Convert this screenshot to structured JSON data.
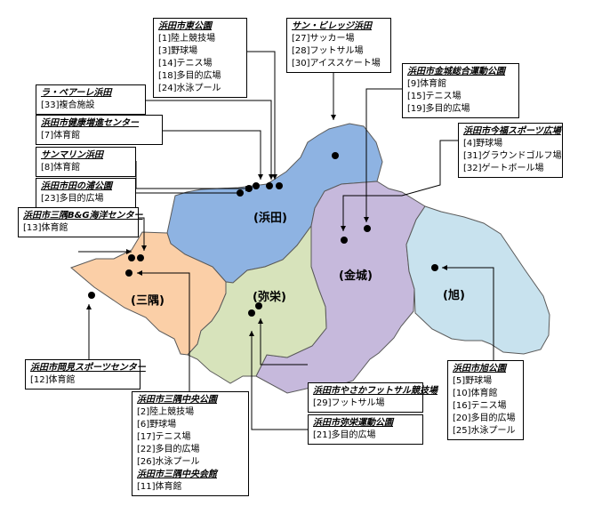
{
  "regions": [
    {
      "label": "(浜田)",
      "color": "#8eb3e2"
    },
    {
      "label": "(金城)",
      "color": "#c6b9dc"
    },
    {
      "label": "(旭)",
      "color": "#c8e2ee"
    },
    {
      "label": "(三隅)",
      "color": "#fbcfa7"
    },
    {
      "label": "(弥栄)",
      "color": "#d7e3bb"
    }
  ],
  "facilities": [
    {
      "title": "浜田市東公園",
      "items": [
        "[1]陸上競技場",
        "[3]野球場",
        "[14]テニス場",
        "[18]多目的広場",
        "[24]水泳プール"
      ]
    },
    {
      "title": "サン・ビレッジ浜田",
      "items": [
        "[27]サッカー場",
        "[28]フットサル場",
        "[30]アイススケート場"
      ]
    },
    {
      "title": "浜田市金城総合運動公園",
      "items": [
        "[9]体育館",
        "[15]テニス場",
        "[19]多目的広場"
      ]
    },
    {
      "title": "ラ・ペアーレ浜田",
      "items": [
        "[33]複合施設"
      ]
    },
    {
      "title": "浜田市健康増進センター",
      "items": [
        "[7]体育館"
      ]
    },
    {
      "title": "浜田市今福スポーツ広場",
      "items": [
        "[4]野球場",
        "[31]グラウンドゴルフ場",
        "[32]ゲートボール場"
      ]
    },
    {
      "title": "サンマリン浜田",
      "items": [
        "[8]体育館"
      ]
    },
    {
      "title": "浜田市田の浦公園",
      "items": [
        "[23]多目的広場"
      ]
    },
    {
      "title": "浜田市三隅B&G海洋センター",
      "items": [
        "[13]体育館"
      ]
    },
    {
      "title": "浜田市岡見スポーツセンター",
      "items": [
        "[12]体育館"
      ]
    },
    {
      "title": "浜田市三隅中央公園",
      "items": [
        "[2]陸上競技場",
        "[6]野球場",
        "[17]テニス場",
        "[22]多目的広場",
        "[26]水泳プール"
      ]
    },
    {
      "title": "浜田市三隅中央会館",
      "items": [
        "[11]体育館"
      ]
    },
    {
      "title": "浜田市やさかフットサル競技場",
      "items": [
        "[29]フットサル場"
      ]
    },
    {
      "title": "浜田市弥栄運動公園",
      "items": [
        "[21]多目的広場"
      ]
    },
    {
      "title": "浜田市旭公園",
      "items": [
        "[5]野球場",
        "[10]体育館",
        "[16]テニス場",
        "[20]多目的広場",
        "[25]水泳プール"
      ]
    }
  ]
}
